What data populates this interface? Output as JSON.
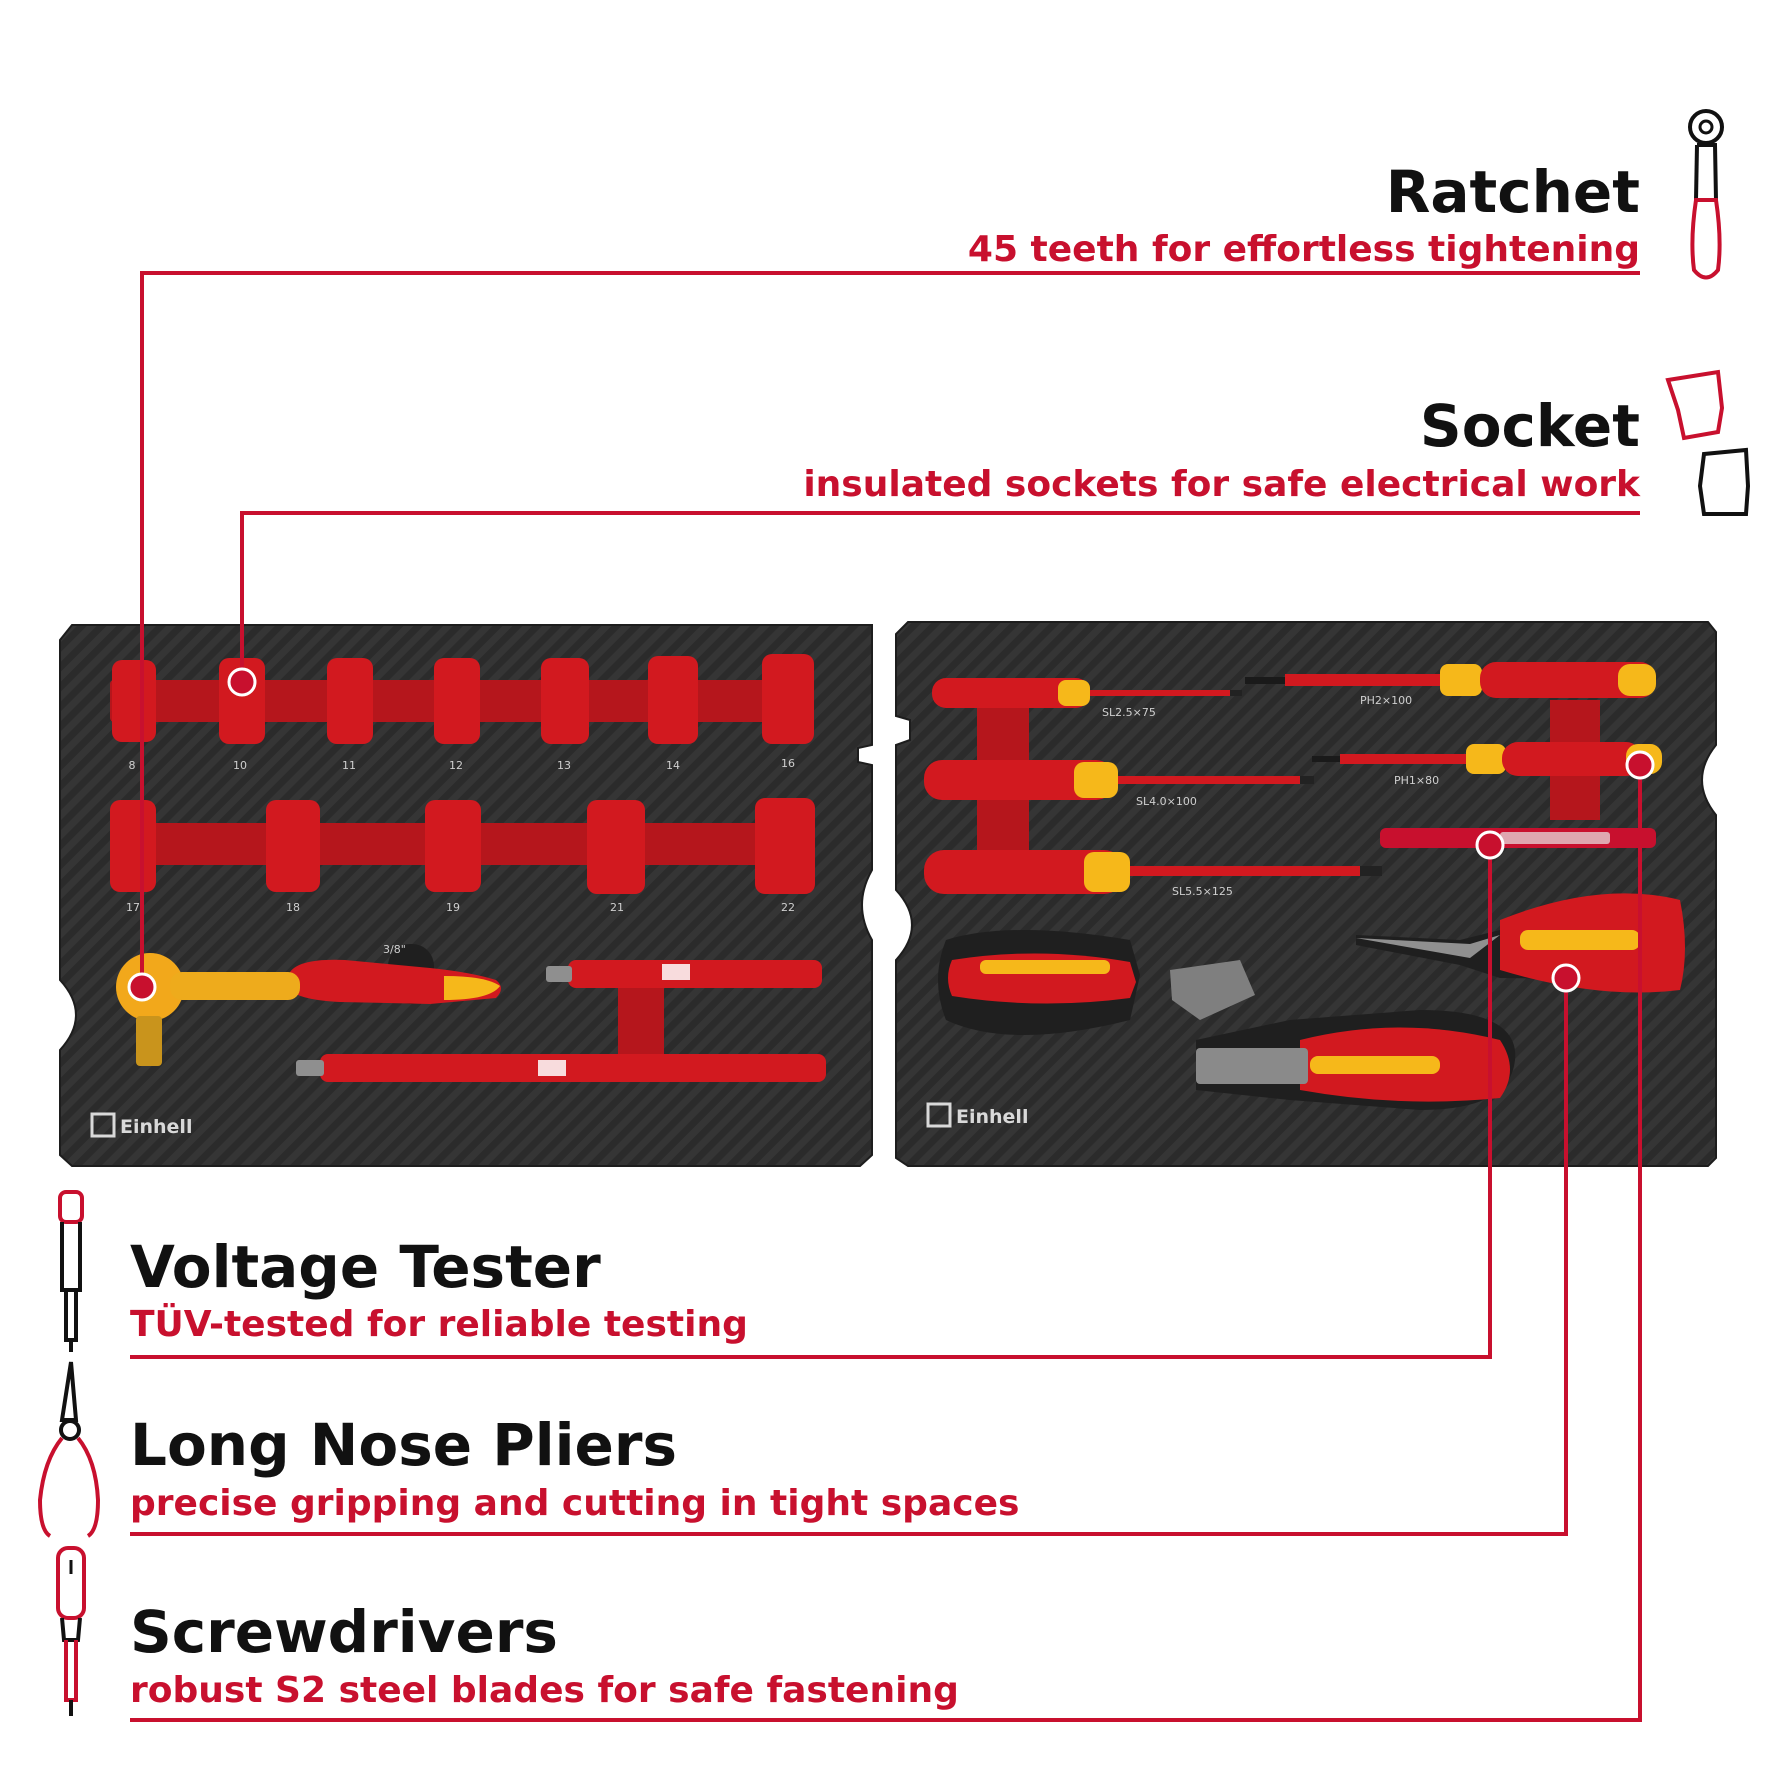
{
  "callouts": {
    "ratchet": {
      "title": "Ratchet",
      "subtitle": "45 teeth for effortless tightening",
      "icon": "ratchet-icon"
    },
    "socket": {
      "title": "Socket",
      "subtitle": "insulated sockets for safe electrical work",
      "icon": "socket-icon"
    },
    "voltage_tester": {
      "title": "Voltage Tester",
      "subtitle": "TÜV-tested for reliable testing",
      "icon": "voltage-tester-icon"
    },
    "long_nose_pliers": {
      "title": "Long Nose Pliers",
      "subtitle": "precise gripping and cutting in tight spaces",
      "icon": "pliers-icon"
    },
    "screwdrivers": {
      "title": "Screwdrivers",
      "subtitle": "robust S2 steel blades for safe fastening",
      "icon": "screwdriver-icon"
    }
  },
  "trays": {
    "brand": "Einhell",
    "left": {
      "socket_sizes_row1": [
        "8",
        "10",
        "11",
        "12",
        "13",
        "14",
        "16"
      ],
      "socket_sizes_row2": [
        "17",
        "18",
        "19",
        "21",
        "22"
      ],
      "ratchet_drive": "3/8\""
    },
    "right": {
      "screwdriver_labels": [
        "SL2.5×75",
        "PH2×100",
        "SL4.0×100",
        "PH1×80",
        "SL5.5×125"
      ]
    }
  },
  "colors": {
    "accent": "#c8102e",
    "title": "#111111",
    "foam": "#2b2b2b",
    "tool_red": "#d2191f",
    "tool_yellow": "#f6b81a"
  }
}
